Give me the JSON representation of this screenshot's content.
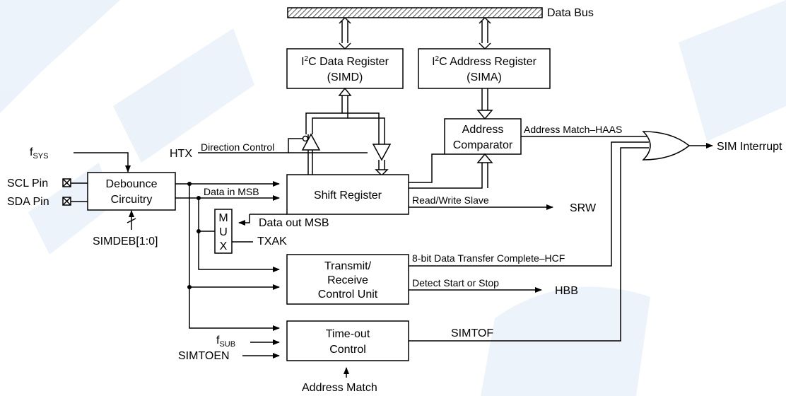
{
  "blocks": {
    "i2c_data_register": {
      "line1_prefix": "I",
      "sup": "2",
      "line1_suffix": "C Data Register",
      "line2": "(SIMD)"
    },
    "i2c_address_register": {
      "line1_prefix": "I",
      "sup": "2",
      "line1_suffix": "C Address Register",
      "line2": "(SIMA)"
    },
    "address_comparator": {
      "line1": "Address",
      "line2": "Comparator"
    },
    "shift_register": {
      "label": "Shift Register"
    },
    "debounce": {
      "line1": "Debounce",
      "line2": "Circuitry"
    },
    "mux": {
      "letters": [
        "M",
        "U",
        "X"
      ]
    },
    "transmit_receive": {
      "line1": "Transmit/",
      "line2": "Receive",
      "line3": "Control Unit"
    },
    "timeout": {
      "line1": "Time-out",
      "line2": "Control"
    }
  },
  "signals": {
    "data_bus": "Data Bus",
    "fsys_base": "f",
    "fsys_sub": "SYS",
    "scl_pin": "SCL Pin",
    "sda_pin": "SDA Pin",
    "simdeb": "SIMDEB[1:0]",
    "htx": "HTX",
    "direction_control": "Direction Control",
    "data_in_msb": "Data in MSB",
    "data_out_msb": "Data out MSB",
    "txak": "TXAK",
    "address_match_haas": "Address Match–HAAS",
    "sim_interrupt": "SIM Interrupt",
    "read_write_slave": "Read/Write Slave",
    "srw": "SRW",
    "hcf": "8-bit Data Transfer Complete–HCF",
    "detect_start_stop": "Detect Start or Stop",
    "hbb": "HBB",
    "simtof": "SIMTOF",
    "fsub_base": "f",
    "fsub_sub": "SUB",
    "simtoen": "SIMTOEN",
    "address_match": "Address Match"
  },
  "colors": {
    "watermark": "#dce9f7",
    "line": "#000000"
  }
}
